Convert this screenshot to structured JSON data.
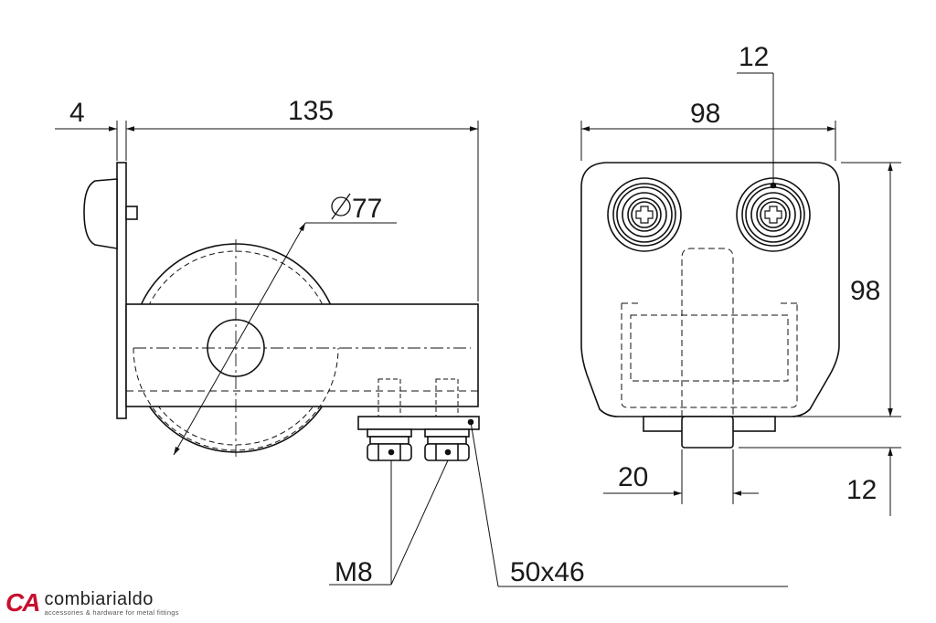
{
  "side_view": {
    "dim_flange_thickness": "4",
    "dim_length": "135",
    "dim_wheel_diameter": "77",
    "dim_bolt": "M8",
    "dim_plate": "50x46"
  },
  "front_view": {
    "dim_width": "98",
    "dim_axle_offset": "12",
    "dim_height": "98",
    "dim_post_width": "20",
    "dim_post_height": "12"
  },
  "logo": {
    "mark": "CA",
    "name": "combiarialdo",
    "tagline": "accessories & hardware for metal fittings",
    "brand_color": "#c8102e"
  }
}
